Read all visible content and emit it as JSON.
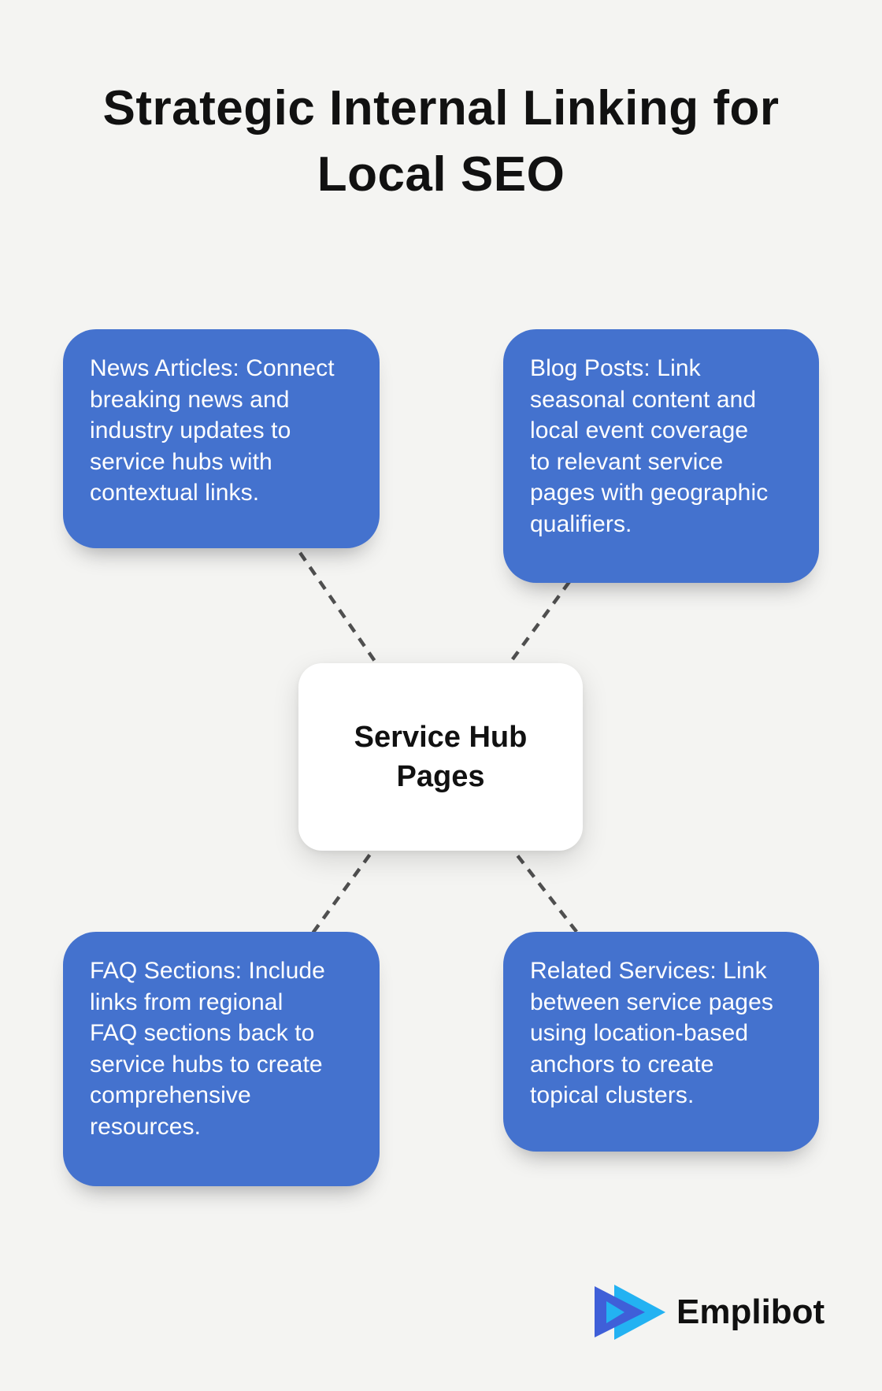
{
  "page": {
    "background_color": "#f4f4f2"
  },
  "title": {
    "text": "Strategic Internal Linking for\nLocal SEO"
  },
  "diagram": {
    "center_node": {
      "label": "Service Hub\nPages",
      "background_color": "#ffffff",
      "text_color": "#111111"
    },
    "nodes": [
      {
        "id": "news-articles",
        "position": "top-left",
        "text": "News Articles: Connect\nbreaking news and\nindustry updates to\nservice hubs with\ncontextual links."
      },
      {
        "id": "blog-posts",
        "position": "top-right",
        "text": "Blog Posts: Link\nseasonal content and\nlocal event coverage\nto relevant service\npages with geographic\nqualifiers."
      },
      {
        "id": "faq-sections",
        "position": "bottom-left",
        "text": "FAQ Sections: Include\nlinks from regional\nFAQ sections back to\nservice hubs to create\ncomprehensive\nresources."
      },
      {
        "id": "related-services",
        "position": "bottom-right",
        "text": "Related Services: Link\nbetween service pages\nusing location-based\nanchors to create\ntopical clusters."
      }
    ],
    "colors": {
      "node_blue": "#4472ce",
      "node_text": "#ffffff",
      "connector_gray": "#4f4f4f"
    },
    "connector_style": "dashed"
  },
  "footer": {
    "brand": "Emplibot",
    "logo_colors": {
      "indigo": "#3f5fd8",
      "cyan": "#23b2f2"
    }
  }
}
